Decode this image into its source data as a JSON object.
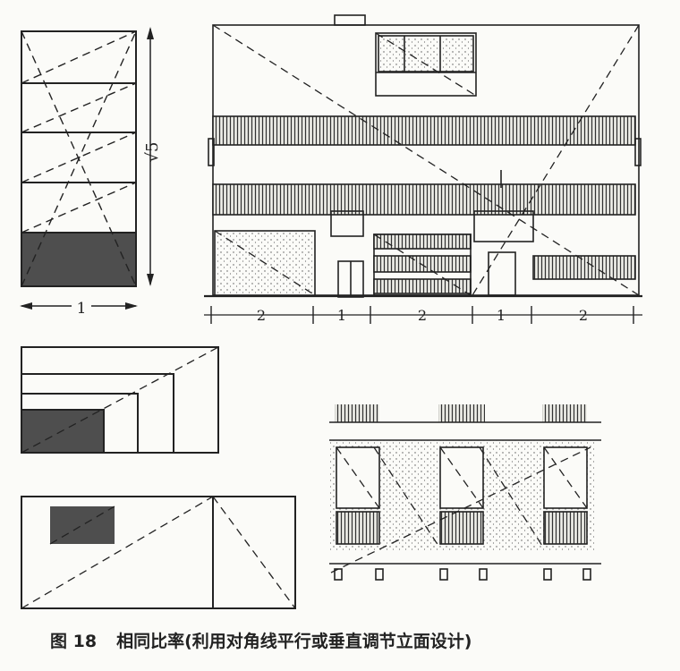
{
  "figure": {
    "ratio_label": "√5",
    "width_label": "1",
    "module_labels": [
      "2",
      "1",
      "2",
      "1",
      "2"
    ]
  },
  "caption": {
    "number": "图 18",
    "text": "相同比率(利用对角线平行或垂直调节立面设计)"
  }
}
